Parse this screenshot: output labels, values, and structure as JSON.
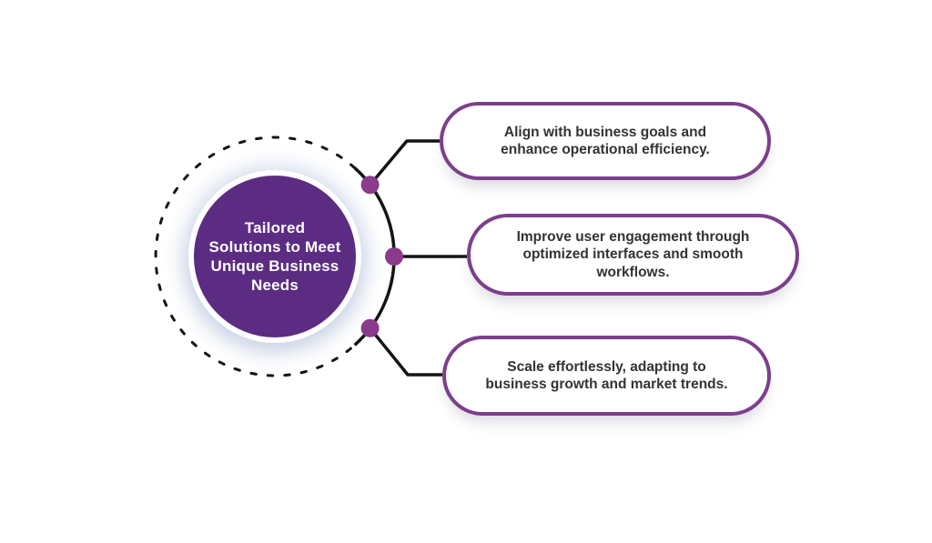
{
  "title": "Tailored Solutions to Meet Unique Business Needs",
  "colors": {
    "accent": "#5b2c82",
    "pill-border": "#7c3f8c",
    "dot": "#8c3a8c",
    "line": "#141414",
    "text": "#333333"
  },
  "center": {
    "label": "Tailored Solutions to Meet Unique Business Needs",
    "lines": [
      "Tailored",
      "Solutions to Meet",
      "Unique Business",
      "Needs"
    ]
  },
  "items": [
    {
      "label": "Align with business goals and enhance operational efficiency."
    },
    {
      "label": "Improve user engagement through optimized interfaces and smooth workflows."
    },
    {
      "label": "Scale effortlessly, adapting to business growth and market trends."
    }
  ]
}
